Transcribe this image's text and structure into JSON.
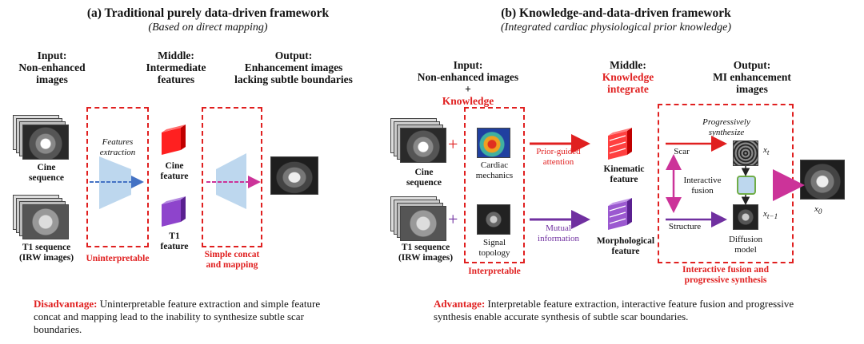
{
  "left": {
    "title": "(a) Traditional purely data-driven framework",
    "subtitle": "(Based on direct mapping)",
    "input_header": [
      "Input:",
      "Non-enhanced",
      "images"
    ],
    "middle_header": [
      "Middle:",
      "Intermediate",
      "features"
    ],
    "output_header": [
      "Output:",
      "Enhancement images",
      "lacking subtle boundaries"
    ],
    "cine_label": [
      "Cine",
      "sequence"
    ],
    "t1_label": [
      "T1 sequence",
      "(IRW images)"
    ],
    "features_extraction": [
      "Features",
      "extraction"
    ],
    "cine_feature": [
      "Cine",
      "feature"
    ],
    "t1_feature": [
      "T1",
      "feature"
    ],
    "uninterpretable": "Uninterpretable",
    "concat_label": [
      "Simple concat",
      "and mapping"
    ],
    "disadvantage_key": "Disadvantage:",
    "disadvantage_text": " Uninterpretable feature extraction and simple feature concat and mapping lead to the inability to synthesize subtle scar boundaries."
  },
  "right": {
    "title": "(b) Knowledge-and-data-driven framework",
    "subtitle": "(Integrated cardiac physiological prior knowledge)",
    "input_header": [
      "Input:",
      "Non-enhanced images",
      "+"
    ],
    "knowledge": "Knowledge",
    "middle_header": [
      "Middle:"
    ],
    "knowledge_integrate": [
      "Knowledge",
      "integrate"
    ],
    "output_header": [
      "Output:",
      "MI enhancement",
      "images"
    ],
    "cine_label": [
      "Cine",
      "sequence"
    ],
    "t1_label": [
      "T1 sequence",
      "(IRW images)"
    ],
    "plus": "+",
    "cardiac_mechanics": [
      "Cardiac",
      "mechanics"
    ],
    "signal_topology": [
      "Signal",
      "topology"
    ],
    "interpretable": "Interpretable",
    "prior_guided": [
      "Prior-guided",
      "attention"
    ],
    "mutual_info": [
      "Mutual",
      "information"
    ],
    "kinematic_feature": [
      "Kinematic",
      "feature"
    ],
    "morphological_feature": [
      "Morphological",
      "feature"
    ],
    "scar": "Scar",
    "structure": "Structure",
    "interactive_fusion": [
      "Interactive",
      "fusion"
    ],
    "progressively": [
      "Progressively",
      "synthesize"
    ],
    "xt": "x",
    "xt_sub": "t",
    "xt1": "x",
    "xt1_sub": "t−1",
    "x0": "x",
    "x0_sub": "0",
    "diffusion_model": [
      "Diffusion",
      "model"
    ],
    "fusion_synthesis": [
      "Interactive fusion and",
      "progressive synthesis"
    ],
    "advantage_key": "Advantage:",
    "advantage_text": " Interpretable feature extraction, interactive feature fusion and progressive synthesis enable accurate synthesis of subtle scar boundaries."
  },
  "colors": {
    "red": "#e02020",
    "purple": "#7030a0",
    "blue": "#4472c4",
    "magenta": "#cc3399",
    "lightblue": "#bdd7ee",
    "green": "#70ad47"
  }
}
